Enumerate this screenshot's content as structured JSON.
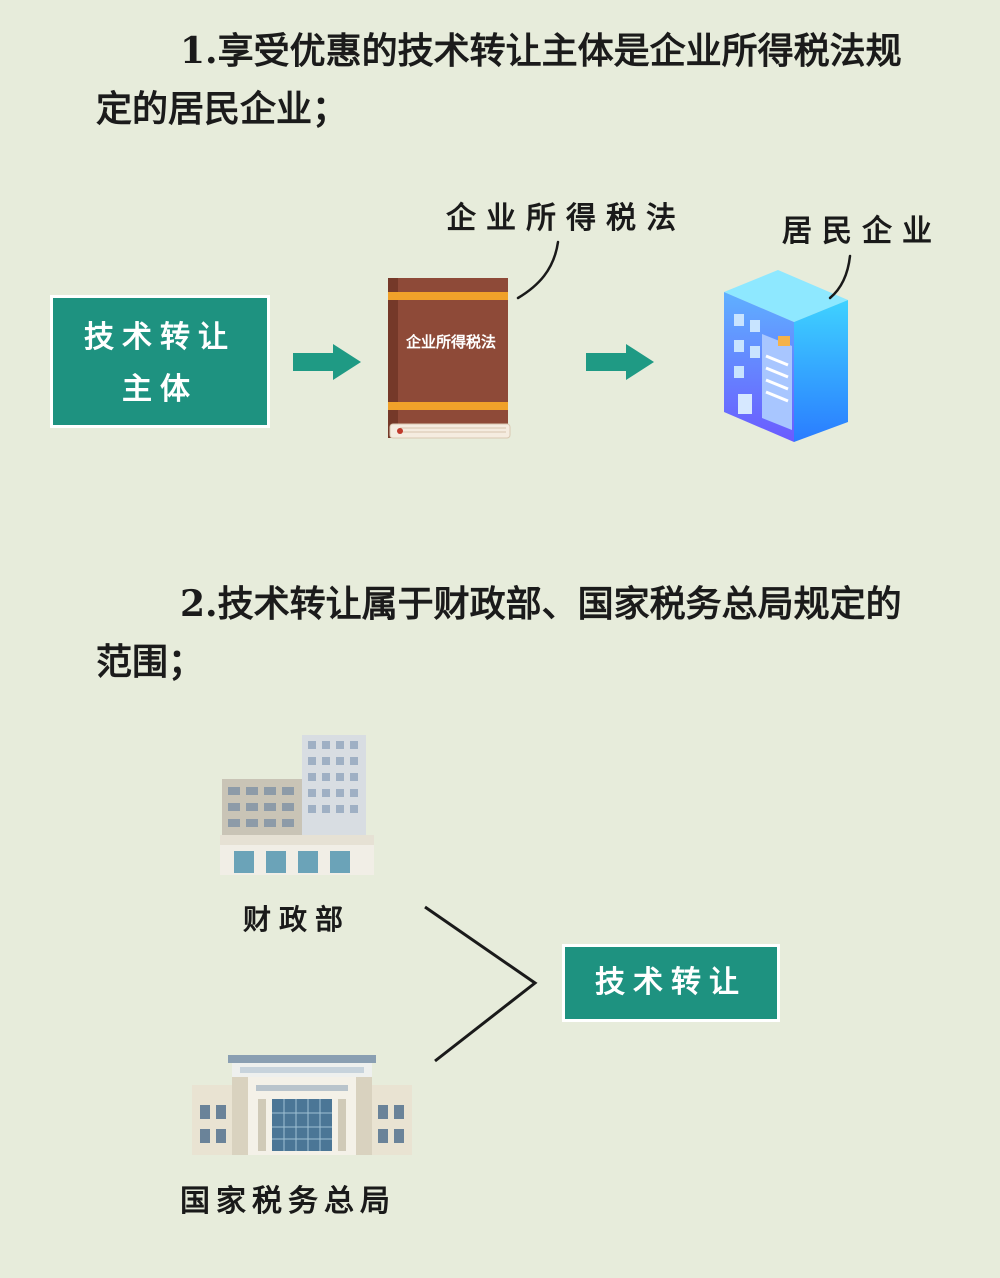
{
  "section1": {
    "text": "1.享受优惠的技术转让主体是企业所得税法规定的居民企业；",
    "box_line1": "技术转让",
    "box_line2": "主体",
    "book_callout": "企业所得税法",
    "book_title": "企业所得税法",
    "company_callout": "居民企业"
  },
  "section2": {
    "text": "2.技术转让属于财政部、国家税务总局规定的范围；",
    "ministry_label": "财政部",
    "tax_bureau_label": "国家税务总局",
    "result_box": "技术转让"
  },
  "colors": {
    "background": "#e7ecdb",
    "teal": "#1e9280",
    "arrow": "#1f9a84",
    "book": "#8e4a38",
    "book_band": "#f0a12a"
  }
}
